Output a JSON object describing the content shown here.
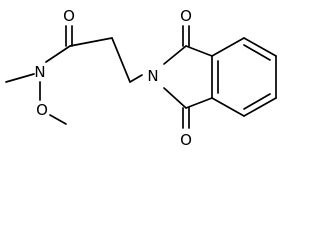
{
  "molecule": {
    "atom_labels": {
      "amide_oxygen": "O",
      "amide_nitrogen": "N",
      "methoxy_oxygen": "O",
      "imide_nitrogen": "N",
      "upper_carbonyl_oxygen": "O",
      "lower_carbonyl_oxygen": "O"
    },
    "colors": {
      "bond": "#000000",
      "label": "#000000",
      "background": "#ffffff"
    }
  }
}
